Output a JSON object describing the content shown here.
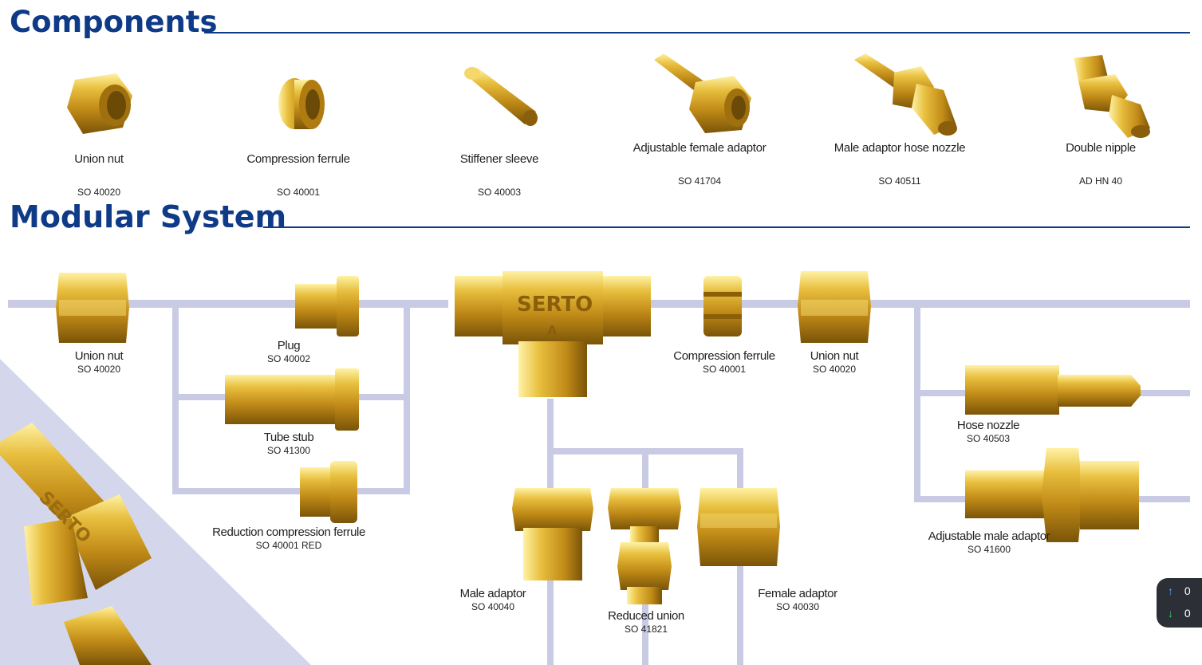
{
  "components": {
    "title": "Components",
    "items": [
      {
        "name": "Union nut",
        "code": "SO 40020",
        "icon": "union-nut-icon"
      },
      {
        "name": "Compression ferrule",
        "code": "SO 40001",
        "icon": "ferrule-icon"
      },
      {
        "name": "Stiffener sleeve",
        "code": "SO 40003",
        "icon": "sleeve-icon"
      },
      {
        "name": "Adjustable female adaptor",
        "code": "SO 41704",
        "icon": "female-adaptor-icon"
      },
      {
        "name": "Male adaptor hose nozzle",
        "code": "SO 40511",
        "icon": "hose-nozzle-icon"
      },
      {
        "name": "Double nipple",
        "code": "AD HN 40",
        "icon": "double-nipple-icon"
      }
    ]
  },
  "modular": {
    "title": "Modular System",
    "tee_text": "SERTO",
    "tee_mark": "A",
    "parts": {
      "union_nut_left": {
        "name": "Union nut",
        "code": "SO 40020"
      },
      "plug": {
        "name": "Plug",
        "code": "SO 40002"
      },
      "tube_stub": {
        "name": "Tube stub",
        "code": "SO 41300"
      },
      "reduction_ferrule": {
        "name": "Reduction compression ferrule",
        "code": "SO 40001 RED"
      },
      "compression_ferrule": {
        "name": "Compression ferrule",
        "code": "SO 40001"
      },
      "union_nut_right": {
        "name": "Union nut",
        "code": "SO 40020"
      },
      "hose_nozzle": {
        "name": "Hose nozzle",
        "code": "SO 40503"
      },
      "adj_male_adaptor": {
        "name": "Adjustable male adaptor",
        "code": "SO 41600"
      },
      "male_adaptor": {
        "name": "Male adaptor",
        "code": "SO 40040"
      },
      "reduced_union": {
        "name": "Reduced union",
        "code": "SO 41821"
      },
      "female_adaptor": {
        "name": "Female adaptor",
        "code": "SO 40030"
      }
    }
  },
  "widget": {
    "up_value": "0",
    "down_value": "0"
  },
  "colors": {
    "heading": "#0f3a87",
    "connector": "#c8cbe3",
    "brass": "#d4a32a"
  }
}
